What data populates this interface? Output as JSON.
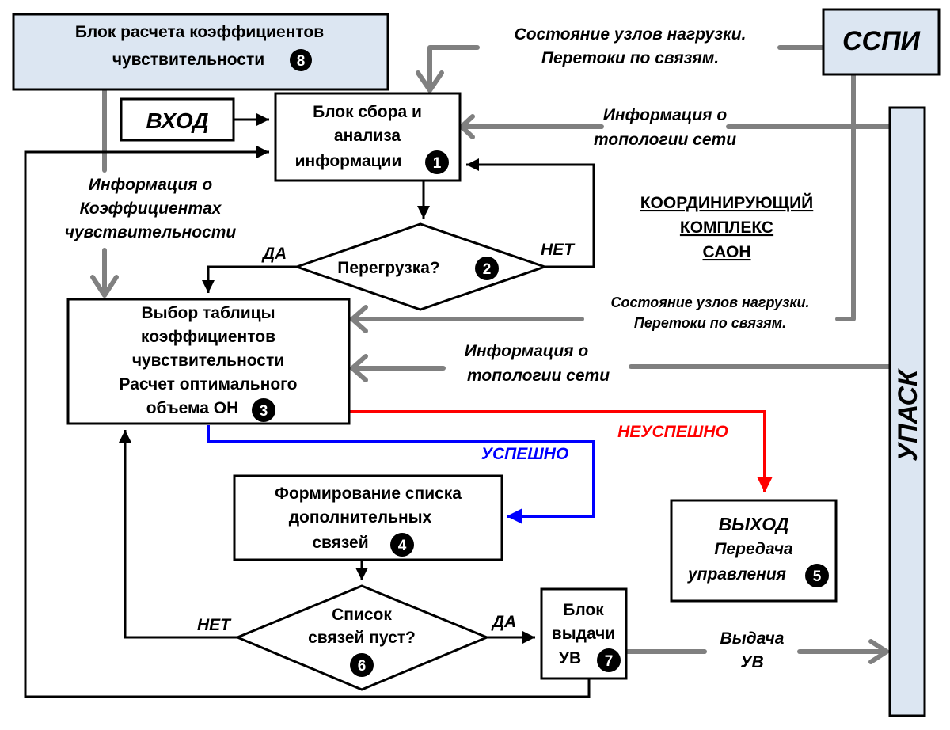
{
  "blocks": {
    "b8": {
      "line1": "Блок расчета коэффициентов",
      "line2": "чувствительности",
      "num": "8"
    },
    "sspi": {
      "label": "ССПИ"
    },
    "upask": {
      "label": "УПАСК"
    },
    "input": {
      "label": "ВХОД"
    },
    "b1": {
      "line1": "Блок сбора и",
      "line2": "анализа",
      "line3": "информации",
      "num": "1"
    },
    "d2": {
      "label": "Перегрузка?",
      "num": "2",
      "yes": "ДА",
      "no": "НЕТ"
    },
    "b3": {
      "line1": "Выбор таблицы",
      "line2": "коэффициентов",
      "line3": "чувствительности",
      "line4": "Расчет оптимального",
      "line5": "объема ОН",
      "num": "3"
    },
    "b4": {
      "line1": "Формирование списка",
      "line2": "дополнительных",
      "line3": "связей",
      "num": "4"
    },
    "b5": {
      "line1": "ВЫХОД",
      "line2": "Передача",
      "line3": "управления",
      "num": "5"
    },
    "d6": {
      "line1": "Список",
      "line2": "связей пуст?",
      "num": "6",
      "yes": "ДА",
      "no": "НЕТ"
    },
    "b7": {
      "line1": "Блок",
      "line2": "выдачи",
      "line3": "УВ",
      "num": "7"
    }
  },
  "labels": {
    "state_top": {
      "line1": "Состояние узлов нагрузки.",
      "line2": "Перетоки по связям."
    },
    "topology_top": {
      "line1": "Информация о",
      "line2": "топологии сети"
    },
    "coeff_info": {
      "line1": "Информация о",
      "line2": "Коэффициентах",
      "line3": "чувствительности"
    },
    "coordinator": {
      "line1": "КООРДИНИРУЮЩИЙ",
      "line2": "КОМПЛЕКС",
      "line3": "САОН"
    },
    "state_mid": {
      "line1": "Состояние узлов нагрузки.",
      "line2": "Перетоки по связям."
    },
    "topology_mid": {
      "line1": "Информация о",
      "line2": "топологии сети"
    },
    "success": "УСПЕШНО",
    "fail": "НЕУСПЕШНО",
    "output_uv": {
      "line1": "Выдача",
      "line2": "УВ"
    }
  },
  "colors": {
    "success": "#0000ff",
    "fail": "#ff0000",
    "info_flow": "#808080",
    "block_fill": "#dce6f2"
  }
}
